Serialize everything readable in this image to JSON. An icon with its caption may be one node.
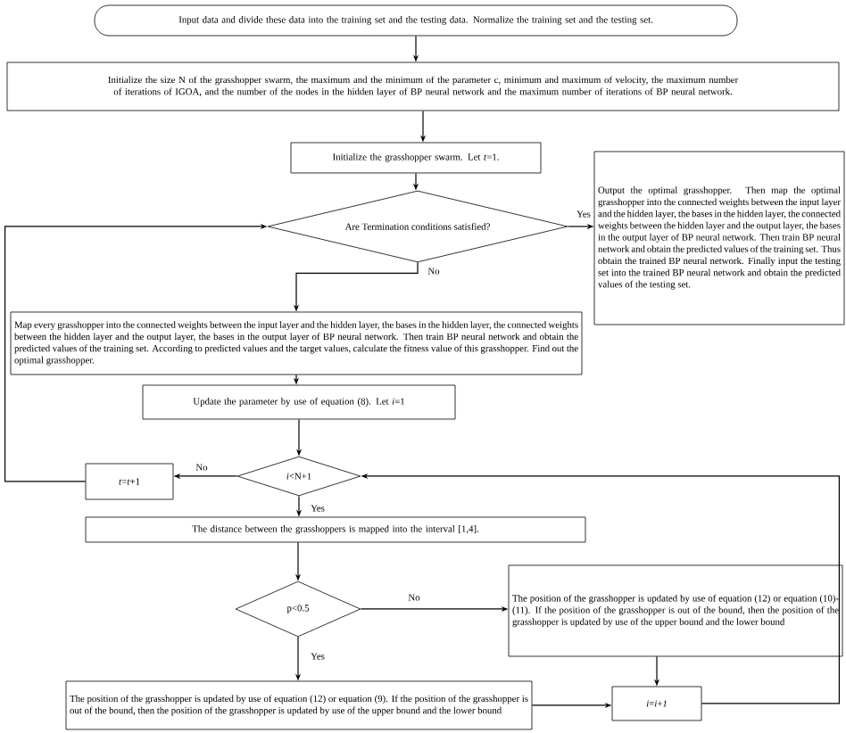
{
  "diagram": {
    "nodes": [
      {
        "text": [
          "Input data and divide these data into the training set and the testing data. Normalize the training set and the testing set."
        ]
      },
      {
        "text": [
          "Initialize the size N of the grasshopper swarm, the maximum and the minimum of the parameter c, minimum and maximum of velocity, the maximum number of iterations of IGOA, and the number of the nodes in the hidden layer of BP neural network and the maximum number of iterations of BP neural network."
        ]
      },
      {
        "text": [
          "Initialize the grasshopper swarm.  Let *t*=1."
        ]
      },
      {
        "text": [
          "Are Termination conditions satisfied?"
        ]
      },
      {
        "text": [
          "Output the optimal grasshopper. Then map the optimal grasshopper into the connected weights between the input layer and the hidden layer, the bases in the hidden layer, the connected weights between the hidden layer and the output layer, the bases in the output layer of BP neural network. Then train BP neural network and obtain the predicted values of the training set. Thus obtain the trained BP neural network. Finally input the testing set into the trained BP neural network and obtain the predicted values of the testing set."
        ]
      },
      {
        "text": [
          "Map every grasshopper into the connected weights between the input layer and the hidden layer, the bases in the hidden layer, the connected weights between the hidden layer and the output layer, the bases in the output layer of BP neural network.  Then train BP neural network and obtain the predicted values of the training set. According to predicted values and the target values, calculate the fitness value of this grasshopper. Find out the optimal grasshopper."
        ]
      },
      {
        "text": [
          "Update the parameter  by use of equation (8). Let *i*=1"
        ]
      },
      {
        "text": [
          "*i*<N+1"
        ]
      },
      {
        "text": [
          "*t*=*t*+1"
        ]
      },
      {
        "text": [
          "The distance between the grasshoppers is mapped into the interval [1,4]."
        ]
      },
      {
        "text": [
          "p<0.5"
        ]
      },
      {
        "text": [
          "The position of the grasshopper is updated by use of equation (12) or equation (10)-(11).  If the position of the grasshopper is out of the bound, then the position of the grasshopper is updated by use of the upper bound and the lower bound"
        ]
      },
      {
        "text": [
          "The position of the grasshopper is updated by use of equation (12) or equation (9).  If the position of the grasshopper is out of the bound, then the position of the grasshopper is updated by use of the upper bound and the lower bound"
        ]
      },
      {
        "text": [
          "*i*=*i*+*1*"
        ]
      }
    ],
    "edges": [
      {
        "from": 0,
        "to": 1,
        "arrow": "to"
      },
      {
        "from": 1,
        "to": 2,
        "arrow": "to"
      },
      {
        "from": 2,
        "to": 3,
        "arrow": "to"
      },
      {
        "from": 3,
        "to": 4,
        "arrow": "to",
        "label": "Yes"
      },
      {
        "from": 3,
        "to": 5,
        "arrow": "to",
        "label": "No"
      },
      {
        "from": 5,
        "to": 6,
        "arrow": "to"
      },
      {
        "from": 6,
        "to": 7,
        "arrow": "to"
      },
      {
        "from": 7,
        "to": 8,
        "arrow": "to",
        "label": "No"
      },
      {
        "from": 8,
        "to": 3,
        "arrow": "to"
      },
      {
        "from": 7,
        "to": 9,
        "arrow": "to",
        "label": "Yes"
      },
      {
        "from": 9,
        "to": 10,
        "arrow": "to"
      },
      {
        "from": 10,
        "to": 11,
        "arrow": "to",
        "label": "No"
      },
      {
        "from": 10,
        "to": 12,
        "arrow": "to",
        "label": "Yes"
      },
      {
        "from": 11,
        "to": 13,
        "arrow": "to"
      },
      {
        "from": 12,
        "to": 13,
        "arrow": "to"
      },
      {
        "from": 13,
        "to": 7,
        "arrow": "to"
      }
    ]
  }
}
